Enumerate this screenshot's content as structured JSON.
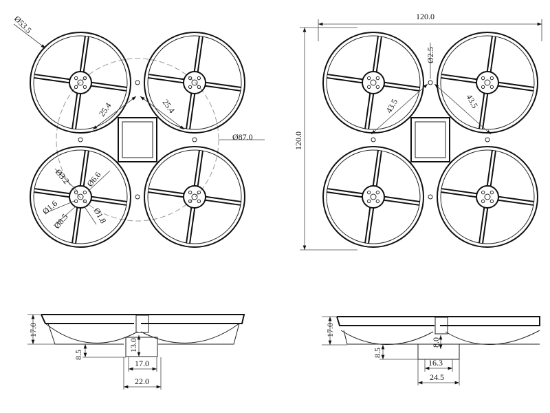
{
  "top_view_left": {
    "prop_guard_diameter": "Ø53.5",
    "motor_spacing_a": "25.4",
    "motor_spacing_b": "25.4",
    "diagonal_circle": "Ø87.0",
    "motor_hole_a": "Ø3.2",
    "motor_hub": "Ø6.6",
    "motor_hole_b": "Ø1.6",
    "motor_pattern": "Ø8.5",
    "motor_hole_c": "Ø1.8"
  },
  "top_view_right": {
    "width": "120.0",
    "height": "120.0",
    "mount_hole": "Ø2.5",
    "arm_a": "43.5",
    "arm_b": "43.5"
  },
  "side_view_left": {
    "height": "17.0",
    "pod_height": "13.0",
    "drop": "8.5",
    "pod_inner": "17.0",
    "pod_outer": "22.0"
  },
  "side_view_right": {
    "height": "17.0",
    "pod_height": "8.0",
    "drop": "8.5",
    "pod_inner": "16.3",
    "pod_outer": "24.5"
  }
}
